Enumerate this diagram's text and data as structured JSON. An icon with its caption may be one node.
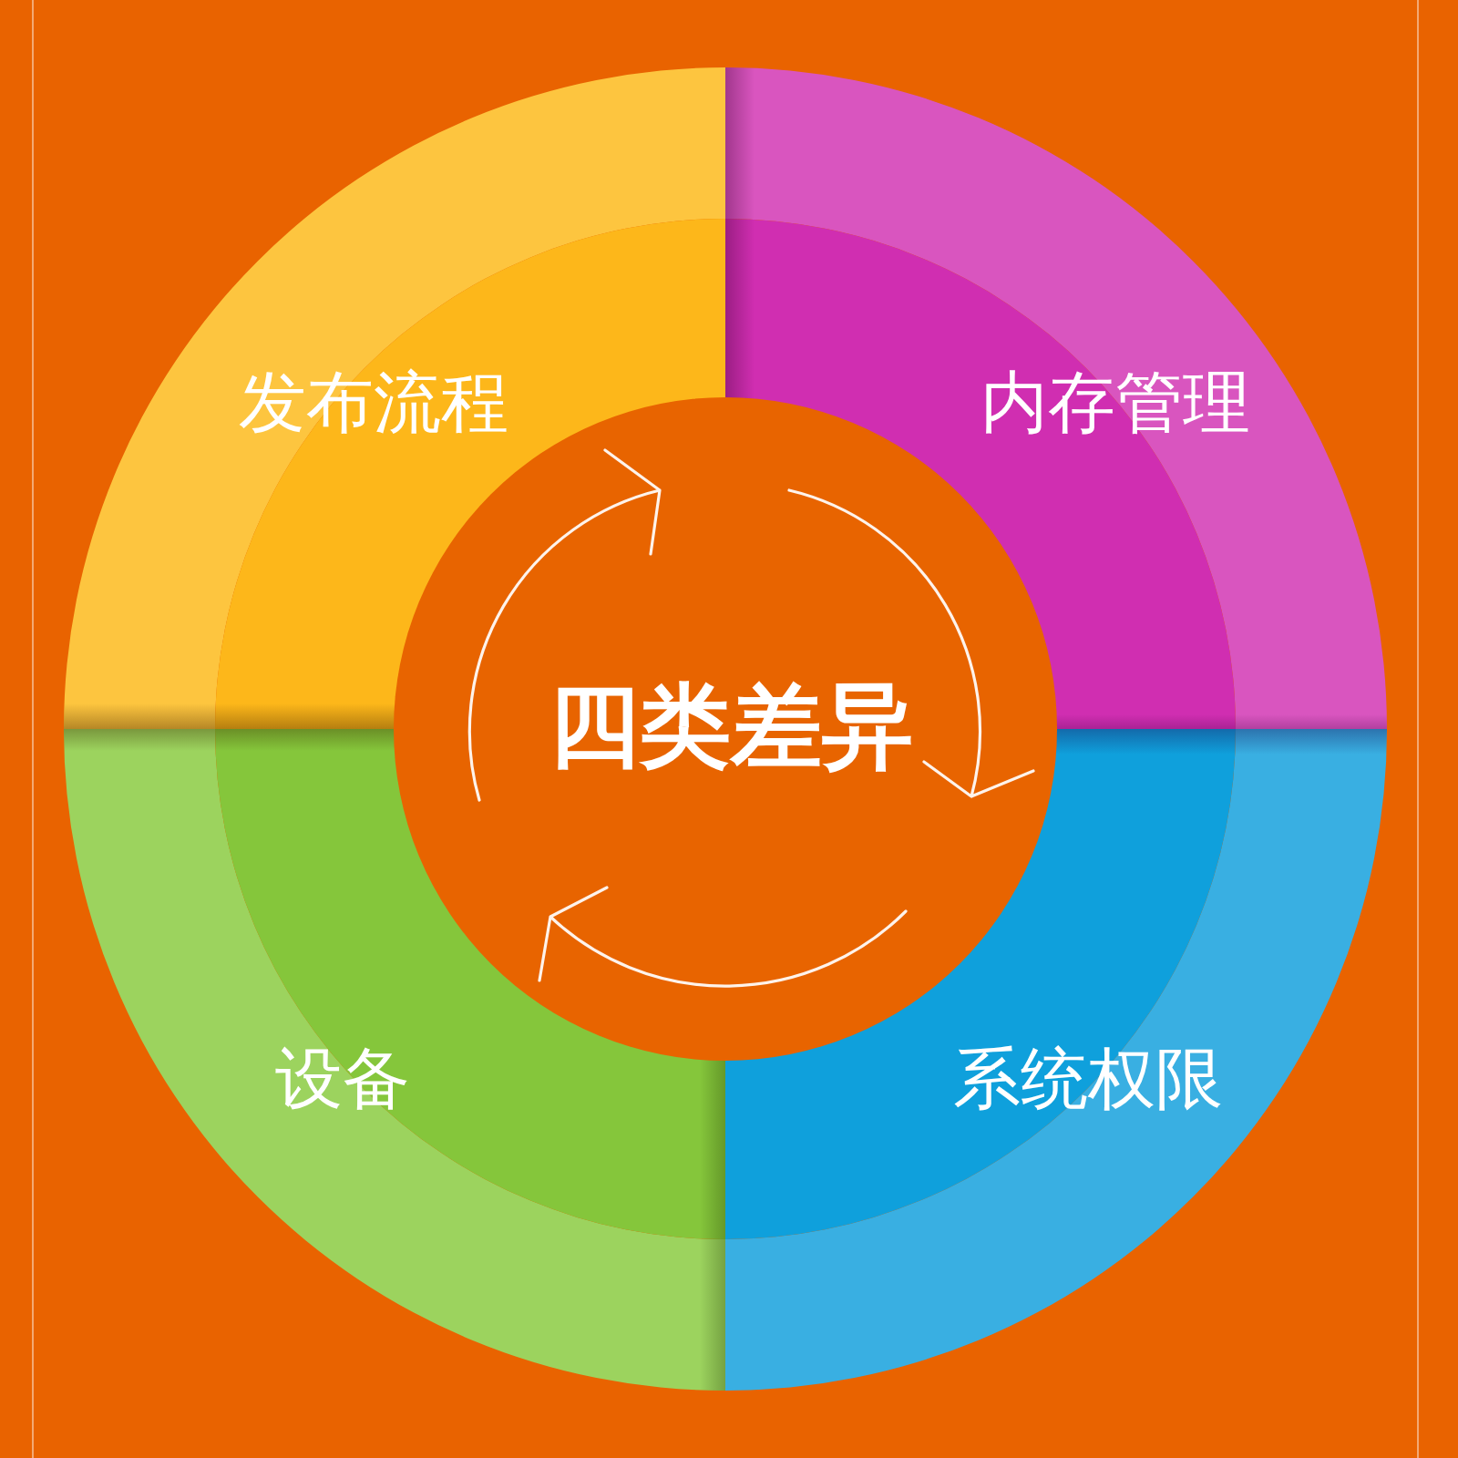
{
  "diagram": {
    "nodes": [
      {
        "text": [
          "发布流程"
        ]
      },
      {
        "text": [
          "内存管理"
        ]
      },
      {
        "text": [
          "四类差异"
        ]
      },
      {
        "text": [
          "设备"
        ]
      },
      {
        "text": [
          "系统权限"
        ]
      }
    ]
  }
}
